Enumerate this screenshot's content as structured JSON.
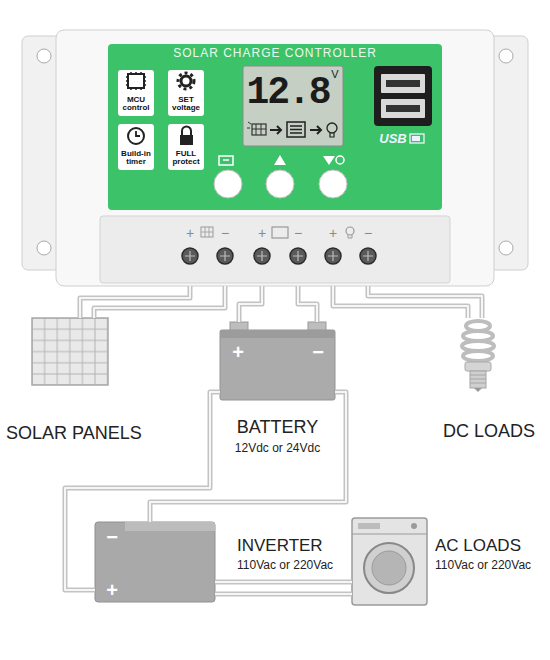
{
  "diagram": {
    "nodes": [
      {
        "text": [
          "SOLAR CHARGE CONTROLLER"
        ]
      },
      {
        "text": [
          "SOLAR PANELS"
        ]
      },
      {
        "text": [
          "BATTERY",
          "12Vdc or 24Vdc"
        ]
      },
      {
        "text": [
          "DC LOADS"
        ]
      },
      {
        "text": [
          "INVERTER",
          "110Vac or 220Vac"
        ]
      },
      {
        "text": [
          "AC LOADS",
          "110Vac or 220Vac"
        ]
      }
    ],
    "edges": [
      {
        "from": 0,
        "to": 1,
        "arrow": "none"
      },
      {
        "from": 0,
        "to": 2,
        "arrow": "none"
      },
      {
        "from": 0,
        "to": 3,
        "arrow": "none"
      },
      {
        "from": 2,
        "to": 4,
        "arrow": "none"
      },
      {
        "from": 4,
        "to": 5,
        "arrow": "none"
      }
    ],
    "labels": [
      "12.8",
      "V",
      "MCU control",
      "SET voltage",
      "Build-in timer",
      "FULL protect",
      "USB",
      "+",
      "−",
      "+",
      "−",
      "+",
      "−",
      "+",
      "−",
      "−",
      "+"
    ]
  }
}
